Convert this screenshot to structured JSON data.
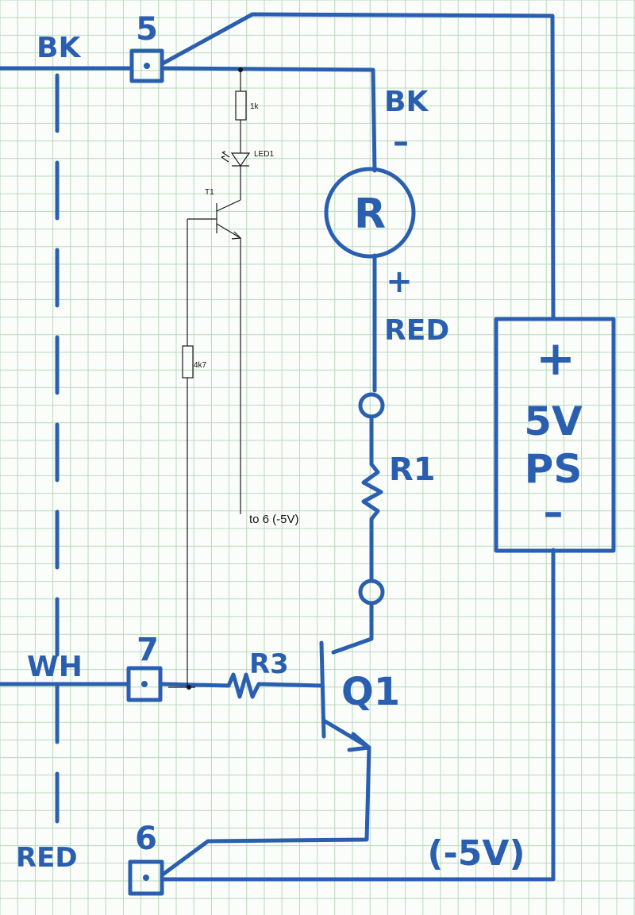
{
  "colors": {
    "ink": "#2a5fb0",
    "grid": "#b9d8bd",
    "paper": "#fbfdfb",
    "print": "#111111"
  },
  "terminals": {
    "t5": {
      "num": "5",
      "wire": "BK"
    },
    "t7": {
      "num": "7",
      "wire": "WH"
    },
    "t6": {
      "num": "6",
      "wire": "RED"
    }
  },
  "relay": {
    "label": "R",
    "plus": "+",
    "minus": "–",
    "top_wire": "BK",
    "bottom_wire": "RED"
  },
  "r1_label": "R1",
  "r3_label": "R3",
  "q1_label": "Q1",
  "supply": {
    "plus": "+",
    "voltage": "5V",
    "type": "PS",
    "minus": "–"
  },
  "neg_rail": "(-5V)",
  "printed": {
    "r_1k": "1k",
    "led": "LED1",
    "transistor": "T1",
    "r_4k7": "4k7",
    "to6": "to 6 (-5V)"
  }
}
